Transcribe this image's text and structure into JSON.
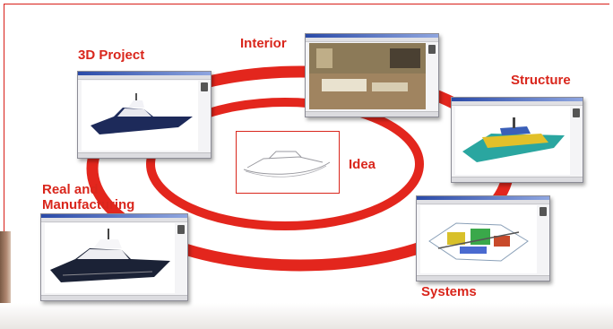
{
  "labels": {
    "project": "3D Project",
    "interior": "Interior",
    "structure": "Structure",
    "idea": "Idea",
    "real": "Real and\nManufacturing",
    "systems": "Systems"
  },
  "colors": {
    "ring": "#e3261d",
    "label": "#d9261c",
    "frame": "#d91e18"
  },
  "icons": {
    "project": "yacht-render-icon",
    "interior": "interior-render-icon",
    "structure": "structure-model-icon",
    "idea": "sketch-icon",
    "real": "yacht-photo-icon",
    "systems": "systems-model-icon"
  }
}
